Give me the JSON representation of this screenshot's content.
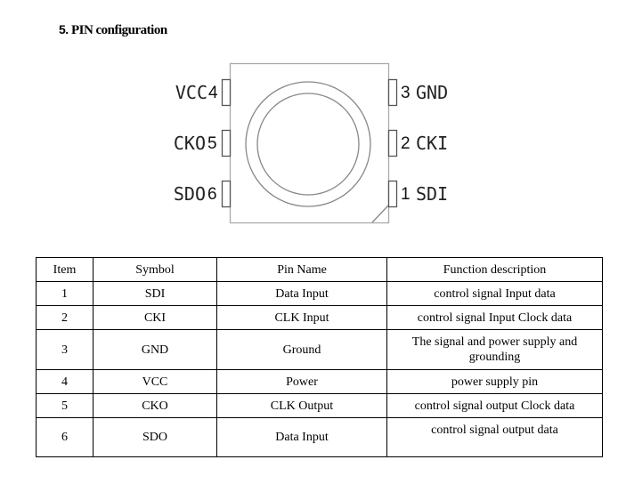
{
  "section": {
    "number": "5.",
    "title": "PIN configuration"
  },
  "diagram": {
    "left_pins": [
      {
        "label": "VCC",
        "number": "4"
      },
      {
        "label": "CKO",
        "number": "5"
      },
      {
        "label": "SDO",
        "number": "6"
      }
    ],
    "right_pins": [
      {
        "number": "3",
        "label": "GND"
      },
      {
        "number": "2",
        "label": "CKI"
      },
      {
        "number": "1",
        "label": "SDI"
      }
    ]
  },
  "table": {
    "headers": [
      "Item",
      "Symbol",
      "Pin Name",
      "Function description"
    ],
    "rows": [
      [
        "1",
        "SDI",
        "Data Input",
        "control signal Input data"
      ],
      [
        "2",
        "CKI",
        "CLK Input",
        "control signal Input Clock data"
      ],
      [
        "3",
        "GND",
        "Ground",
        "The signal and power supply and grounding"
      ],
      [
        "4",
        "VCC",
        "Power",
        "power supply pin"
      ],
      [
        "5",
        "CKO",
        "CLK Output",
        "control signal output Clock data"
      ],
      [
        "6",
        "SDO",
        "Data Input",
        "control signal output data"
      ]
    ]
  }
}
